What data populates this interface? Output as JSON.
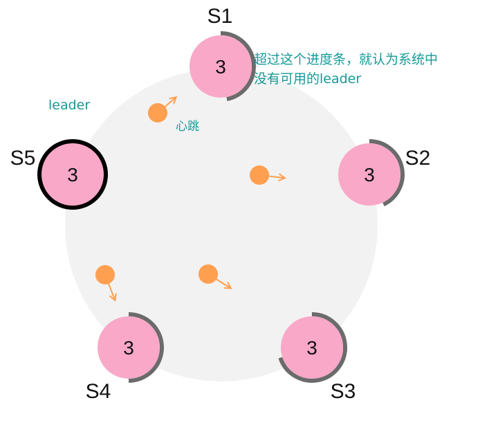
{
  "colors": {
    "ring_background": "#f2f2f2",
    "server_fill": "#f9a8c8",
    "timeout_arc": "#6b6b6b",
    "leader_border": "#000000",
    "leader_name": "#ff5a1f",
    "message": "#ff9f4f",
    "annotation": "#159a98"
  },
  "servers": [
    {
      "name": "S1",
      "term": "3",
      "role": "follower",
      "timeout_remaining": 0.47
    },
    {
      "name": "S2",
      "term": "3",
      "role": "follower",
      "timeout_remaining": 0.43
    },
    {
      "name": "S3",
      "term": "3",
      "role": "follower",
      "timeout_remaining": 0.7
    },
    {
      "name": "S4",
      "term": "3",
      "role": "follower",
      "timeout_remaining": 0.5
    },
    {
      "name": "S5",
      "term": "3",
      "role": "leader",
      "timeout_remaining": 1.0
    }
  ],
  "messages": [
    {
      "type": "heartbeat",
      "to": "S1"
    },
    {
      "type": "heartbeat",
      "to": "S2"
    },
    {
      "type": "heartbeat",
      "to": "S3"
    },
    {
      "type": "heartbeat",
      "to": "S4"
    }
  ],
  "annotations": {
    "timeout_note_line1": "超过这个进度条，就认为系统中",
    "timeout_note_line2": "没有可用的leader",
    "leader_label": "leader",
    "heartbeat_label": "心跳"
  }
}
